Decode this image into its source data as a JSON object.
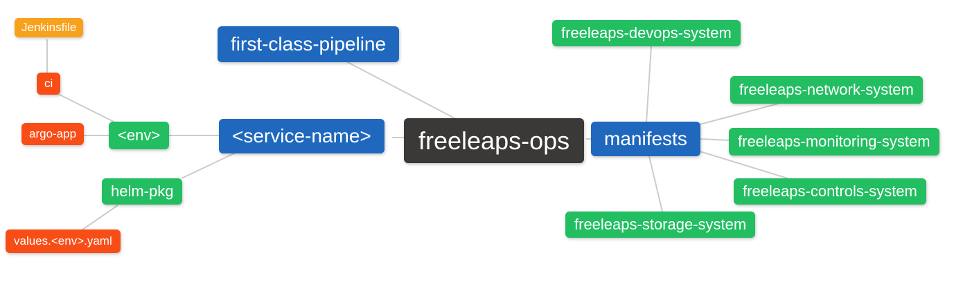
{
  "colors": {
    "orange": "#f7a11c",
    "red": "#f84d17",
    "green": "#22be61",
    "blue": "#2068be",
    "dark": "#3b3838",
    "edge": "#cccccc"
  },
  "nodes": {
    "jenkinsfile": {
      "label": "Jenkinsfile",
      "color": "#f7a11c"
    },
    "ci": {
      "label": "ci",
      "color": "#f84d17"
    },
    "argo_app": {
      "label": "argo-app",
      "color": "#f84d17"
    },
    "env": {
      "label": "<env>",
      "color": "#22be61"
    },
    "helm_pkg": {
      "label": "helm-pkg",
      "color": "#22be61"
    },
    "values_env_yaml": {
      "label": "values.<env>.yaml",
      "color": "#f84d17"
    },
    "first_class_pipeline": {
      "label": "first-class-pipeline",
      "color": "#2068be"
    },
    "service_name": {
      "label": "<service-name>",
      "color": "#2068be"
    },
    "freeleaps_ops": {
      "label": "freeleaps-ops",
      "color": "#3b3838"
    },
    "manifests": {
      "label": "manifests",
      "color": "#2068be"
    },
    "devops_system": {
      "label": "freeleaps-devops-system",
      "color": "#22be61"
    },
    "network_system": {
      "label": "freeleaps-network-system",
      "color": "#22be61"
    },
    "monitoring_system": {
      "label": "freeleaps-monitoring-system",
      "color": "#22be61"
    },
    "controls_system": {
      "label": "freeleaps-controls-system",
      "color": "#22be61"
    },
    "storage_system": {
      "label": "freeleaps-storage-system",
      "color": "#22be61"
    }
  },
  "edges": [
    {
      "from": "jenkinsfile",
      "to": "ci"
    },
    {
      "from": "ci",
      "to": "env"
    },
    {
      "from": "argo_app",
      "to": "env"
    },
    {
      "from": "env",
      "to": "service_name"
    },
    {
      "from": "helm_pkg",
      "to": "service_name"
    },
    {
      "from": "values_env_yaml",
      "to": "helm_pkg"
    },
    {
      "from": "first_class_pipeline",
      "to": "freeleaps_ops"
    },
    {
      "from": "service_name",
      "to": "freeleaps_ops"
    },
    {
      "from": "freeleaps_ops",
      "to": "manifests"
    },
    {
      "from": "manifests",
      "to": "devops_system"
    },
    {
      "from": "manifests",
      "to": "network_system"
    },
    {
      "from": "manifests",
      "to": "monitoring_system"
    },
    {
      "from": "manifests",
      "to": "controls_system"
    },
    {
      "from": "manifests",
      "to": "storage_system"
    }
  ]
}
